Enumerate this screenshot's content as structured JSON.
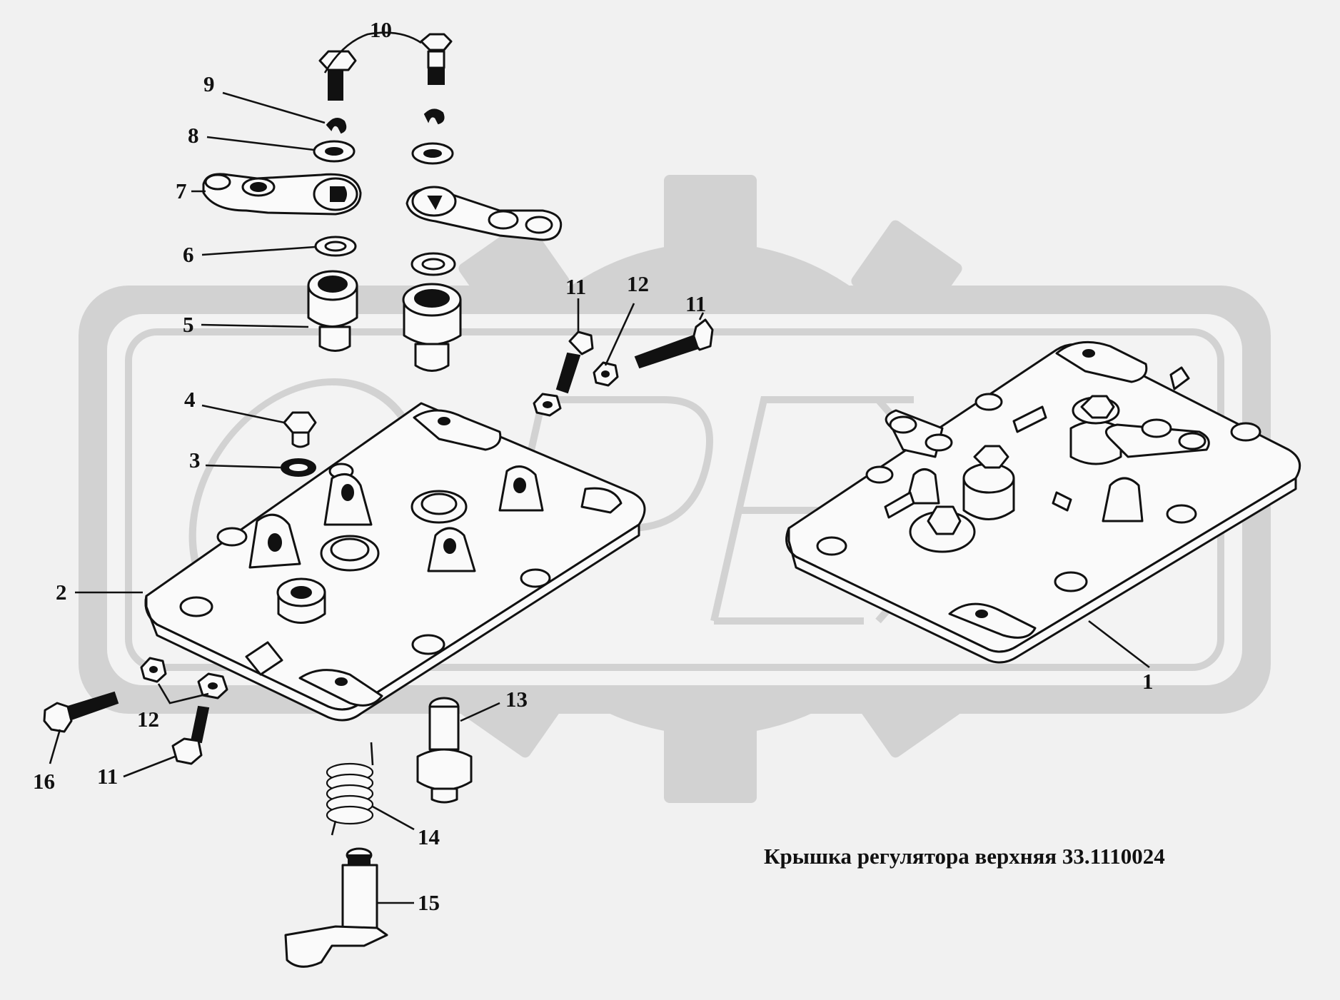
{
  "diagram": {
    "caption": "Крышка регулятора верхняя 33.1110024",
    "callouts": [
      {
        "id": "c1",
        "label": "1"
      },
      {
        "id": "c2",
        "label": "2"
      },
      {
        "id": "c3",
        "label": "3"
      },
      {
        "id": "c4",
        "label": "4"
      },
      {
        "id": "c5",
        "label": "5"
      },
      {
        "id": "c6",
        "label": "6"
      },
      {
        "id": "c7",
        "label": "7"
      },
      {
        "id": "c8",
        "label": "8"
      },
      {
        "id": "c9",
        "label": "9"
      },
      {
        "id": "c10",
        "label": "10"
      },
      {
        "id": "c11a",
        "label": "11"
      },
      {
        "id": "c11b",
        "label": "11"
      },
      {
        "id": "c11c",
        "label": "11"
      },
      {
        "id": "c12a",
        "label": "12"
      },
      {
        "id": "c12b",
        "label": "12"
      },
      {
        "id": "c13",
        "label": "13"
      },
      {
        "id": "c14",
        "label": "14"
      },
      {
        "id": "c15",
        "label": "15"
      },
      {
        "id": "c16",
        "label": "16"
      }
    ]
  },
  "watermark": {
    "text": "ОРЕХ",
    "color": "#d2d2d2"
  },
  "colors": {
    "background": "#f1f1f1",
    "ink": "#111111"
  }
}
